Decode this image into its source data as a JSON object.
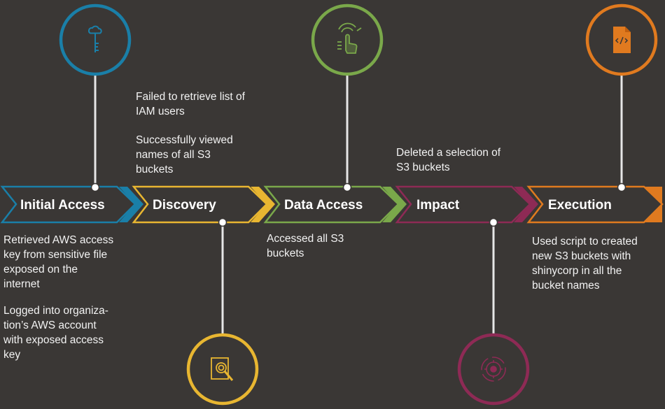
{
  "colors": {
    "background": "#3a3735",
    "initial_access": "#1a7fa8",
    "discovery": "#e8b631",
    "data_access": "#7aa84a",
    "impact": "#8e2a55",
    "execution": "#e07a1f",
    "connector": "#e6e6e6"
  },
  "steps": [
    {
      "label": "Initial Access",
      "icon": "key-cloud-icon",
      "notes": [
        "Retrieved AWS access\nkey from sensitive file\nexposed on the\ninternet",
        "Logged into organiza-\ntion’s AWS account\nwith exposed access\nkey"
      ]
    },
    {
      "label": "Discovery",
      "icon": "document-search-icon",
      "notes": [
        "Failed to retrieve list of\nIAM users",
        "Successfully viewed\nnames of all S3\nbuckets"
      ]
    },
    {
      "label": "Data Access",
      "icon": "touch-hand-icon",
      "notes": [
        "Accessed all S3\nbuckets"
      ]
    },
    {
      "label": "Impact",
      "icon": "target-gear-icon",
      "notes": [
        "Deleted a selection of\nS3 buckets"
      ]
    },
    {
      "label": "Execution",
      "icon": "code-file-icon",
      "notes": [
        "Used script to created\nnew S3 buckets with\nshinycorp in all the\nbucket names"
      ]
    }
  ]
}
